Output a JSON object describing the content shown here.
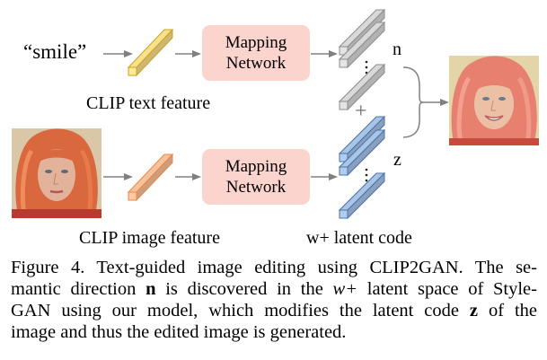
{
  "figure": {
    "text_input": "“smile”",
    "text_feature_label": "CLIP text feature",
    "image_feature_label": "CLIP image feature",
    "latent_label": "w+ latent code",
    "mapping_top": {
      "line1": "Mapping",
      "line2": "Network"
    },
    "mapping_bottom": {
      "line1": "Mapping",
      "line2": "Network"
    },
    "direction_symbol": "n",
    "latent_symbol": "z",
    "plus_symbol": "+",
    "vdots": "⋮",
    "input_image": "input-face-neutral",
    "output_image": "output-face-smiling",
    "colors": {
      "text_feature_fill": "#fbe08a",
      "text_feature_stroke": "#c9a227",
      "image_feature_fill": "#f9c199",
      "image_feature_stroke": "#e8884a",
      "mapping_fill": "#fbd4ce",
      "direction_fill": "#d9d9d9",
      "direction_stroke": "#8c8c8c",
      "latent_fill": "#a8c4e6",
      "latent_stroke": "#4a72a8",
      "arrow": "#808080"
    }
  },
  "caption": {
    "line1": {
      "prefix": "Figure 4.  Text-guided image editing using CLIP2GAN. The se-"
    },
    "line2": {
      "a": "mantic direction ",
      "n": "n",
      "b": " is discovered in the ",
      "w": "w+",
      "c": " latent space of Style-"
    },
    "line3": {
      "a": "GAN using our model, which modifies the latent code ",
      "z": "z",
      "b": " of the"
    },
    "line4": {
      "a": "image and thus the edited image is generated."
    }
  }
}
